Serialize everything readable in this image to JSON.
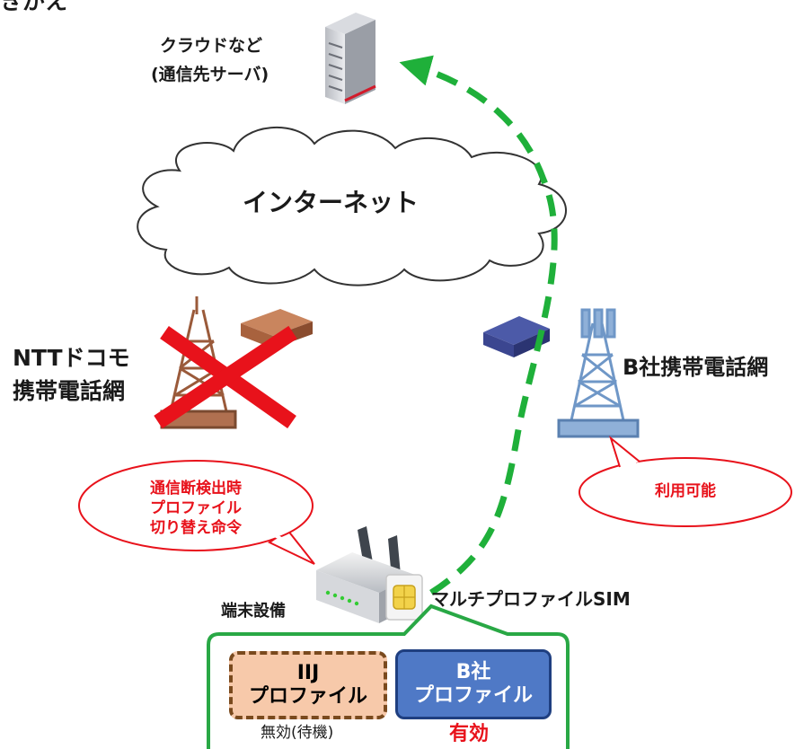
{
  "top_fragment": "きがえ",
  "server": {
    "label_line1": "クラウドなど",
    "label_line2": "(通信先サーバ)"
  },
  "internet": {
    "label": "インターネット"
  },
  "ntt": {
    "label_line1": "NTTドコモ",
    "label_line2": "携帯電話網"
  },
  "carrier_b": {
    "label": "B社携帯電話網"
  },
  "bubble_left": {
    "line1": "通信断検出時",
    "line2": "プロファイル",
    "line3": "切り替え命令"
  },
  "bubble_right": {
    "text": "利用可能"
  },
  "device": {
    "label": "端末設備"
  },
  "sim": {
    "label": "マルチプロファイルSIM"
  },
  "profiles": {
    "iij": {
      "line1": "IIJ",
      "line2": "プロファイル",
      "status": "無効(待機)"
    },
    "b": {
      "line1": "B社",
      "line2": "プロファイル",
      "status": "有効"
    }
  },
  "colors": {
    "route_green": "#1fb03a",
    "cross_red": "#e8121b",
    "bubble_red": "#e8121b",
    "iij_fill": "#f7c9aa",
    "iij_border": "#7a4a1e",
    "b_fill": "#4f79c6",
    "b_border": "#1f3f80",
    "container_green": "#29a845"
  }
}
